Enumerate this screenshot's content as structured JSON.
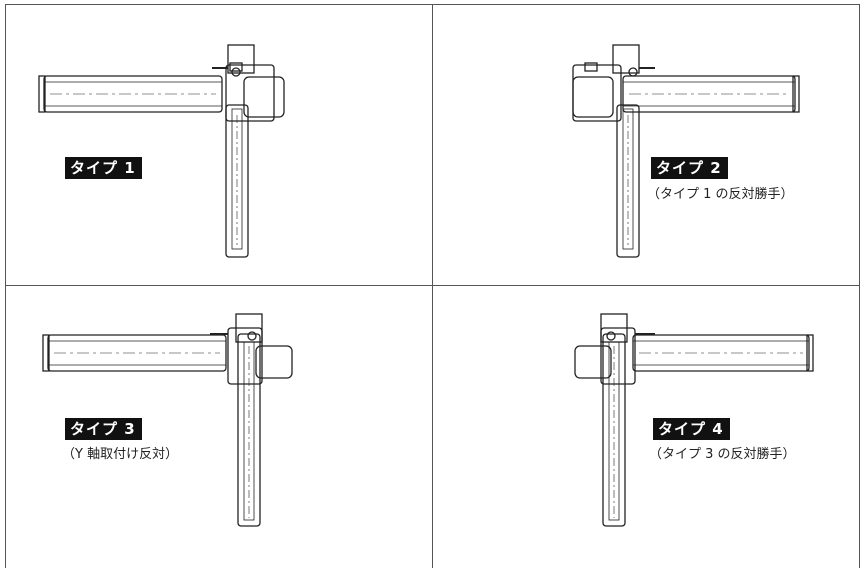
{
  "panels": [
    {
      "label": "タイプ 1",
      "note": ""
    },
    {
      "label": "タイプ 2",
      "note": "（タイプ 1 の反対勝手）"
    },
    {
      "label": "タイプ 3",
      "note": "（Y 軸取付け反対）"
    },
    {
      "label": "タイプ 4",
      "note": "（タイプ 3 の反対勝手）"
    }
  ]
}
